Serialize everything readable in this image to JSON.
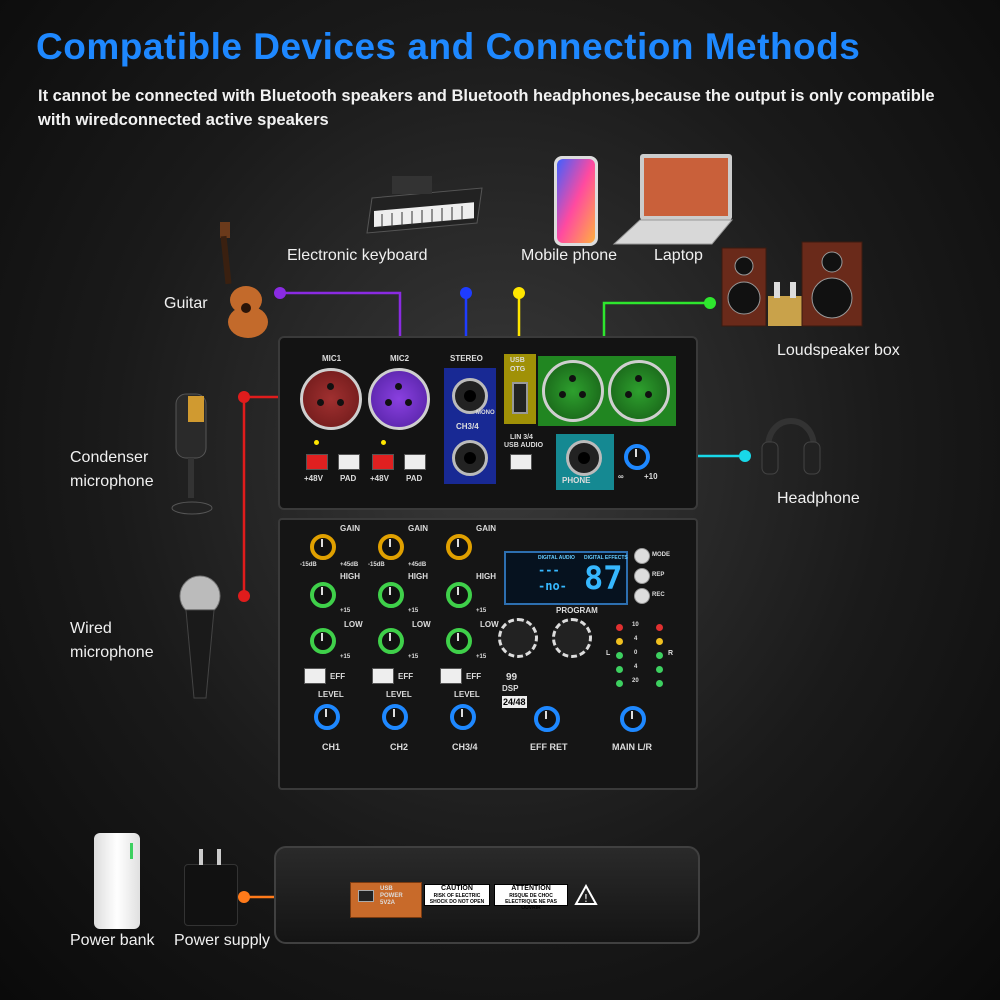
{
  "title": "Compatible Devices and Connection Methods",
  "subtitle": "It cannot be connected with Bluetooth speakers and Bluetooth headphones,because the output is only compatible with wiredconnected active speakers",
  "devices": {
    "keyboard": "Electronic keyboard",
    "phone": "Mobile phone",
    "laptop": "Laptop",
    "guitar": "Guitar",
    "speakers": "Loudspeaker box",
    "condenser": "Condenser microphone",
    "headphone": "Headphone",
    "wired_mic": "Wired microphone",
    "power_bank": "Power bank",
    "power_supply": "Power supply"
  },
  "mixer": {
    "mic1": "MIC1",
    "mic2": "MIC2",
    "stereo": "STEREO",
    "mono": "MONO",
    "ch34_jack": "CH3/4",
    "usb_otg": "USB OTG",
    "lin34": "LIN 3/4",
    "usb_audio": "USB AUDIO",
    "phone": "PHONE",
    "p48v": "+48V",
    "pad": "PAD",
    "gain": "GAIN",
    "high": "HIGH",
    "low": "LOW",
    "eff": "EFF",
    "level": "LEVEL",
    "ch1": "CH1",
    "ch2": "CH2",
    "ch34": "CH3/4",
    "eff_ret": "EFF RET",
    "main_lr": "MAIN L/R",
    "program": "PROGRAM",
    "digital_audio": "DIGITAL AUDIO",
    "digital_effects": "DIGITAL EFFECTS",
    "display_digits": "87",
    "display_dashes": "---",
    "display_no": "-no-",
    "mode": "MODE",
    "rep": "REP",
    "rec": "REC",
    "dsp_num": "99",
    "dsp": "DSP",
    "bit_rate": "24/48",
    "meter_labels": [
      "10",
      "4",
      "0",
      "4",
      "20"
    ],
    "meter_l": "L",
    "meter_r": "R",
    "usb_power": "USB POWER 5V2A",
    "caution_title": "CAUTION",
    "caution_text": "RISK OF ELECTRIC SHOCK DO NOT OPEN",
    "attention_title": "ATTENTION",
    "attention_text": "RISQUE DE CHOC ELECTRIQUE NE PAS OUVRIR",
    "gain_min": "-15dB",
    "gain_max": "+45dB",
    "level_inf": "∞",
    "plus10": "+10",
    "plus15": "+15"
  },
  "colors": {
    "title": "#1e88ff",
    "guitar_line": "#8a2be2",
    "blue_line": "#1e3cff",
    "yellow_line": "#ffe600",
    "green_line": "#2ee62e",
    "cyan_line": "#18d8e8",
    "red_line": "#e01c1c",
    "orange_line": "#ff7a1a"
  }
}
